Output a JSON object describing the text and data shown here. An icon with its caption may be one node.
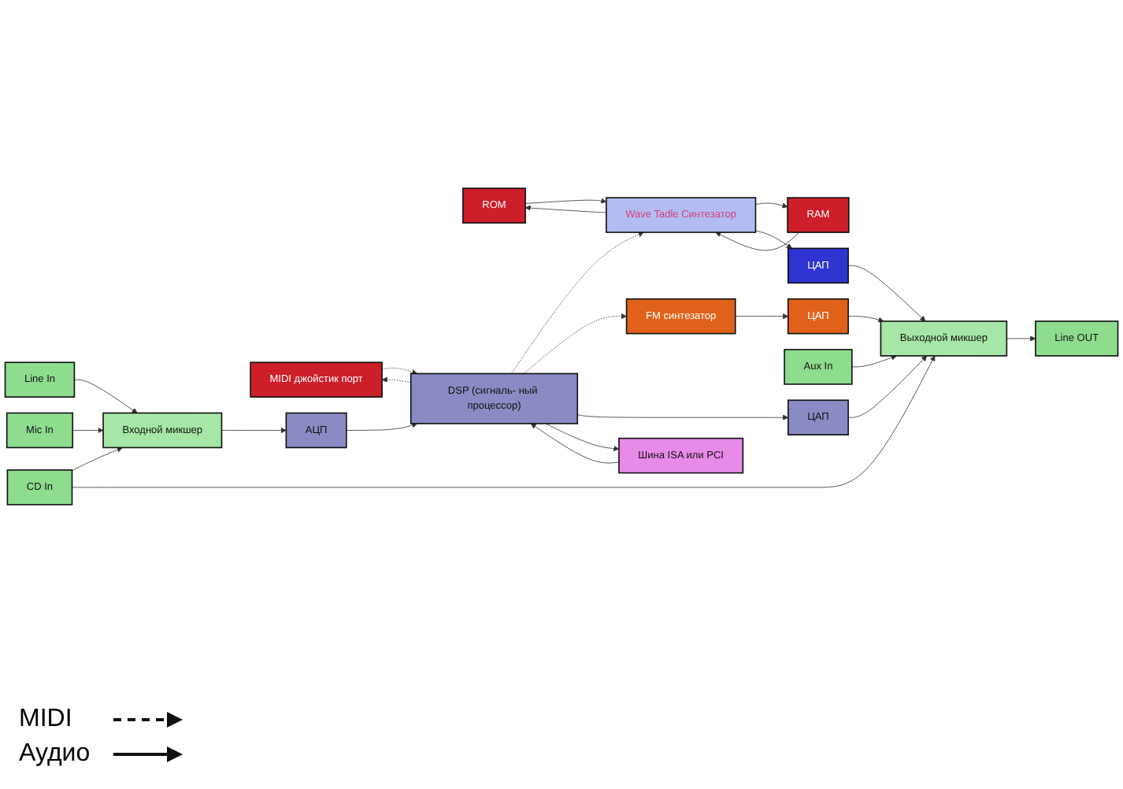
{
  "diagram": {
    "nodes": [
      {
        "text": [
          "ROM"
        ]
      },
      {
        "text": [
          "RAM"
        ]
      },
      {
        "text": [
          "MIDI джойстик порт"
        ]
      },
      {
        "text": [
          "Wave Tadle Синтезатор"
        ]
      },
      {
        "text": [
          "ЦАП"
        ]
      },
      {
        "text": [
          "FM синтезатор"
        ]
      },
      {
        "text": [
          "ЦАП"
        ]
      },
      {
        "text": [
          "Выходной микшер"
        ]
      },
      {
        "text": [
          "Line OUT"
        ]
      },
      {
        "text": [
          "Line In"
        ]
      },
      {
        "text": [
          "Mic In"
        ]
      },
      {
        "text": [
          "CD In"
        ]
      },
      {
        "text": [
          "Aux In"
        ]
      },
      {
        "text": [
          "Входной микшер"
        ]
      },
      {
        "text": [
          "АЦП"
        ]
      },
      {
        "text": [
          "DSP (сигналь- ный процессор)"
        ]
      },
      {
        "text": [
          "ЦАП"
        ]
      },
      {
        "text": [
          "Шина ISA или PCI"
        ]
      }
    ],
    "edges": [
      {
        "from": 3,
        "to": 0,
        "arrow": "to"
      },
      {
        "from": 0,
        "to": 3,
        "arrow": "to"
      },
      {
        "from": 3,
        "to": 1,
        "arrow": "to"
      },
      {
        "from": 1,
        "to": 3,
        "arrow": "to"
      },
      {
        "from": 15,
        "to": 2,
        "arrow": "to",
        "style": "dashed"
      },
      {
        "from": 2,
        "to": 15,
        "arrow": "to",
        "style": "dashed"
      },
      {
        "from": 15,
        "to": 3,
        "arrow": "to",
        "style": "dashed"
      },
      {
        "from": 15,
        "to": 5,
        "arrow": "to",
        "style": "dashed"
      },
      {
        "from": 3,
        "to": 4,
        "arrow": "to"
      },
      {
        "from": 4,
        "to": 7,
        "arrow": "to"
      },
      {
        "from": 5,
        "to": 6,
        "arrow": "to"
      },
      {
        "from": 6,
        "to": 7,
        "arrow": "to"
      },
      {
        "from": 7,
        "to": 8,
        "arrow": "to"
      },
      {
        "from": 9,
        "to": 13,
        "arrow": "to"
      },
      {
        "from": 10,
        "to": 13,
        "arrow": "to"
      },
      {
        "from": 11,
        "to": 13,
        "arrow": "to"
      },
      {
        "from": 11,
        "to": 7,
        "arrow": "to"
      },
      {
        "from": 12,
        "to": 7,
        "arrow": "to"
      },
      {
        "from": 13,
        "to": 14,
        "arrow": "to"
      },
      {
        "from": 14,
        "to": 15,
        "arrow": "to"
      },
      {
        "from": 15,
        "to": 16,
        "arrow": "to"
      },
      {
        "from": 16,
        "to": 7,
        "arrow": "to"
      },
      {
        "from": 15,
        "to": 17,
        "arrow": "to"
      },
      {
        "from": 17,
        "to": 15,
        "arrow": "to"
      }
    ],
    "legend": [
      {
        "text": "MIDI"
      },
      {
        "text": "Аудио"
      }
    ]
  }
}
